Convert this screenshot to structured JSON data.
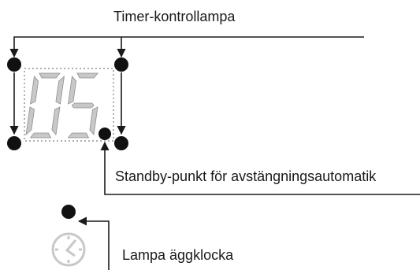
{
  "labels": {
    "timer_indicator": "Timer-kontrollampa",
    "standby_dot": "Standby-punkt för avstängningsautomatik",
    "egg_timer_lamp": "Lampa äggklocka"
  },
  "display": {
    "digits": "05"
  },
  "colors": {
    "dot": "#111111",
    "segment": "#c8c8c8",
    "line": "#1a1a1a",
    "frame": "#b0b0b0",
    "clock": "#c8c8c8"
  },
  "icons": [
    "egg-timer-clock-icon"
  ]
}
